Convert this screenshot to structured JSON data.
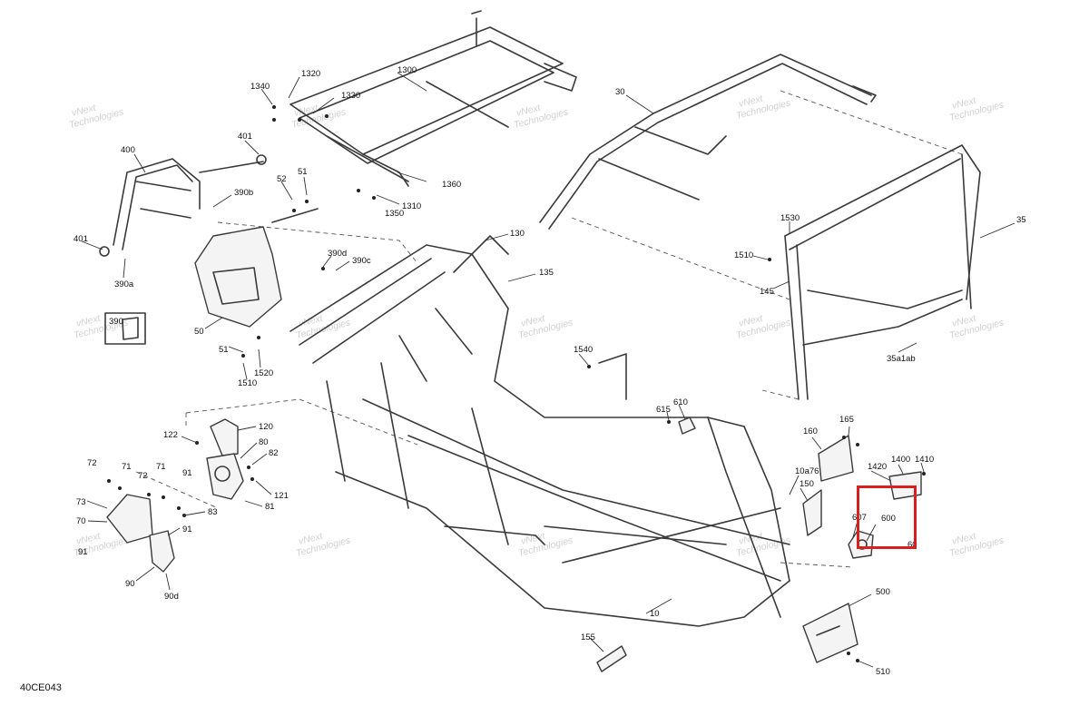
{
  "diagram": {
    "reference_code": "40CE043",
    "highlight_color": "#d8201f",
    "watermark": {
      "line1": "vNext",
      "line2": "Technologies"
    },
    "highlighted_part": "600",
    "callouts": [
      {
        "id": "c1300",
        "label": "1300"
      },
      {
        "id": "c1320",
        "label": "1320"
      },
      {
        "id": "c1340",
        "label": "1340"
      },
      {
        "id": "c1330",
        "label": "1330"
      },
      {
        "id": "c1360",
        "label": "1360"
      },
      {
        "id": "c1310",
        "label": "1310"
      },
      {
        "id": "c1350",
        "label": "1350"
      },
      {
        "id": "c30",
        "label": "30"
      },
      {
        "id": "c400",
        "label": "400"
      },
      {
        "id": "c401a",
        "label": "401"
      },
      {
        "id": "c401b",
        "label": "401"
      },
      {
        "id": "c390b",
        "label": "390b"
      },
      {
        "id": "c390a",
        "label": "390a"
      },
      {
        "id": "c52",
        "label": "52"
      },
      {
        "id": "c51a",
        "label": "51"
      },
      {
        "id": "c390d",
        "label": "390d"
      },
      {
        "id": "c390c",
        "label": "390c"
      },
      {
        "id": "c130",
        "label": "130"
      },
      {
        "id": "c135",
        "label": "135"
      },
      {
        "id": "c390",
        "label": "390"
      },
      {
        "id": "c50",
        "label": "50"
      },
      {
        "id": "c51b",
        "label": "51"
      },
      {
        "id": "c1520",
        "label": "1520"
      },
      {
        "id": "c1510a",
        "label": "1510"
      },
      {
        "id": "c1530",
        "label": "1530"
      },
      {
        "id": "c1510b",
        "label": "1510"
      },
      {
        "id": "c35",
        "label": "35"
      },
      {
        "id": "c145",
        "label": "145"
      },
      {
        "id": "c35a1ab",
        "label": "35a1ab"
      },
      {
        "id": "c1540",
        "label": "1540"
      },
      {
        "id": "c610",
        "label": "610"
      },
      {
        "id": "c615",
        "label": "615"
      },
      {
        "id": "c122",
        "label": "122"
      },
      {
        "id": "c120",
        "label": "120"
      },
      {
        "id": "c80",
        "label": "80"
      },
      {
        "id": "c82",
        "label": "82"
      },
      {
        "id": "c72a",
        "label": "72"
      },
      {
        "id": "c71a",
        "label": "71"
      },
      {
        "id": "c72b",
        "label": "72"
      },
      {
        "id": "c71b",
        "label": "71"
      },
      {
        "id": "c91a",
        "label": "91"
      },
      {
        "id": "c121",
        "label": "121"
      },
      {
        "id": "c73",
        "label": "73"
      },
      {
        "id": "c83",
        "label": "83"
      },
      {
        "id": "c81",
        "label": "81"
      },
      {
        "id": "c70",
        "label": "70"
      },
      {
        "id": "c91b",
        "label": "91"
      },
      {
        "id": "c91c",
        "label": "91"
      },
      {
        "id": "c90",
        "label": "90"
      },
      {
        "id": "c90d",
        "label": "90d"
      },
      {
        "id": "c160",
        "label": "160"
      },
      {
        "id": "c165",
        "label": "165"
      },
      {
        "id": "c1400",
        "label": "1400"
      },
      {
        "id": "c1410",
        "label": "1410"
      },
      {
        "id": "c1420",
        "label": "1420"
      },
      {
        "id": "c10a76",
        "label": "10a76"
      },
      {
        "id": "c150",
        "label": "150"
      },
      {
        "id": "c607",
        "label": "607"
      },
      {
        "id": "c600",
        "label": "600"
      },
      {
        "id": "c60",
        "label": "60"
      },
      {
        "id": "c500",
        "label": "500"
      },
      {
        "id": "c155",
        "label": "155"
      },
      {
        "id": "c10",
        "label": "10"
      },
      {
        "id": "c510",
        "label": "510"
      }
    ]
  }
}
